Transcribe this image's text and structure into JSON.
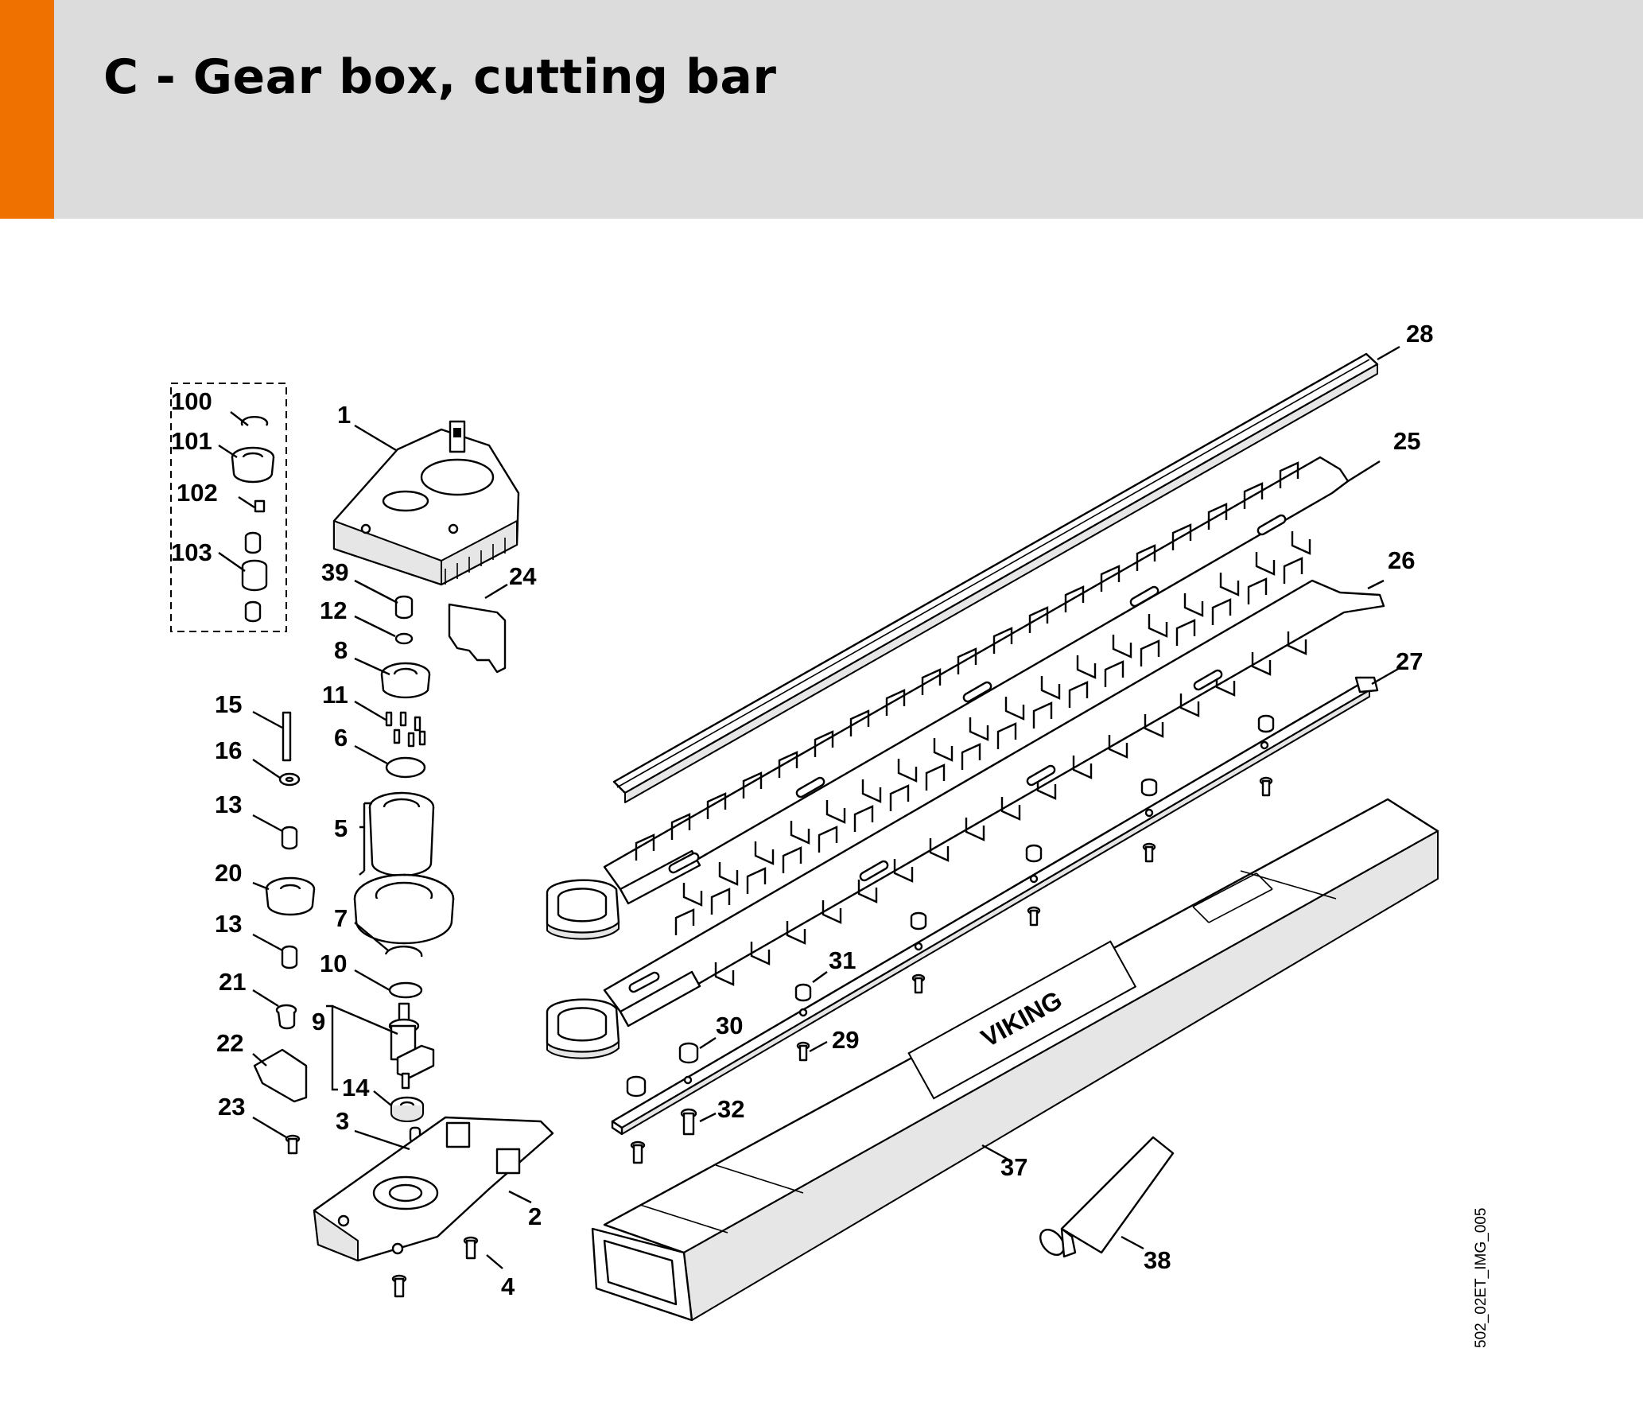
{
  "header": {
    "title": "C - Gear box, cutting bar",
    "accent_color": "#ef7100",
    "background_color": "#dcdcdc"
  },
  "diagram": {
    "brand_mark": "VIKING",
    "image_ref": "502_02ET_IMG_005",
    "parts": [
      "1",
      "2",
      "3",
      "4",
      "5",
      "6",
      "7",
      "8",
      "9",
      "10",
      "11",
      "12",
      "13",
      "13",
      "14",
      "15",
      "16",
      "20",
      "21",
      "22",
      "23",
      "24",
      "25",
      "26",
      "27",
      "28",
      "29",
      "30",
      "31",
      "32",
      "37",
      "38",
      "39",
      "100",
      "101",
      "102",
      "103"
    ]
  }
}
